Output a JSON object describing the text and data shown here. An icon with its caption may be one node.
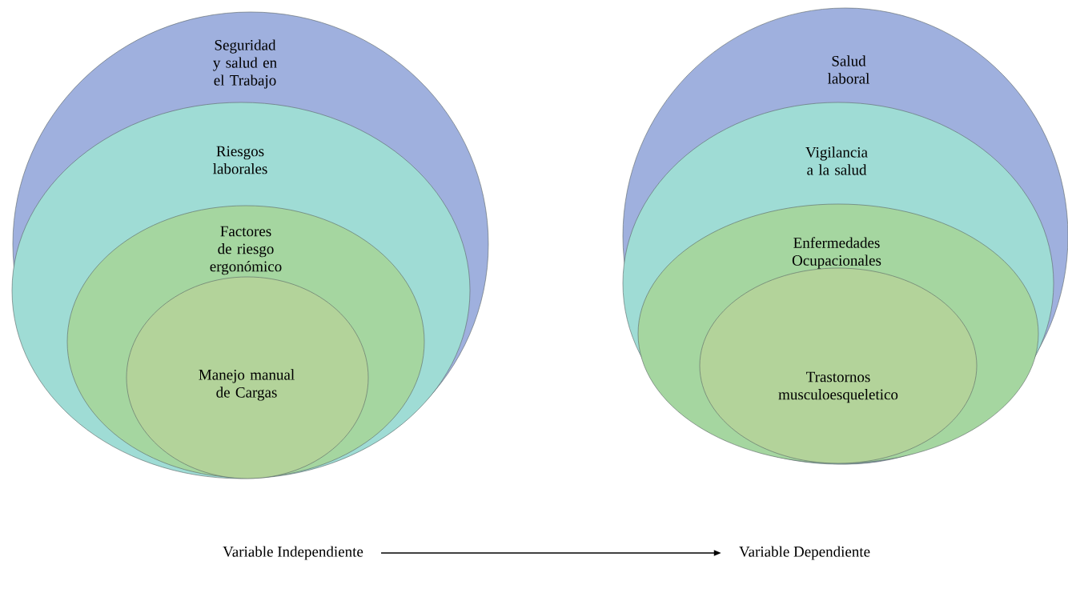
{
  "diagram": {
    "nodes": [
      {
        "text": [
          "Seguridad y salud en el Trabajo"
        ]
      },
      {
        "text": [
          "Riesgos laborales"
        ],
        "in": 0
      },
      {
        "text": [
          "Factores de riesgo ergonómico"
        ],
        "in": 1
      },
      {
        "text": [
          "Manejo manual de Cargas"
        ],
        "in": 2
      },
      {
        "text": [
          "Salud laboral"
        ]
      },
      {
        "text": [
          "Vigilancia a la salud"
        ],
        "in": 4
      },
      {
        "text": [
          "Enfermedades Ocupacionales"
        ],
        "in": 5
      },
      {
        "text": [
          "Trastornos musculoesqueletico"
        ],
        "in": 6
      },
      {
        "text": [
          "Variable Independiente"
        ]
      },
      {
        "text": [
          "Variable Dependiente"
        ]
      }
    ],
    "edges": [
      {
        "from": 8,
        "to": 9,
        "arrow": "to"
      }
    ]
  }
}
